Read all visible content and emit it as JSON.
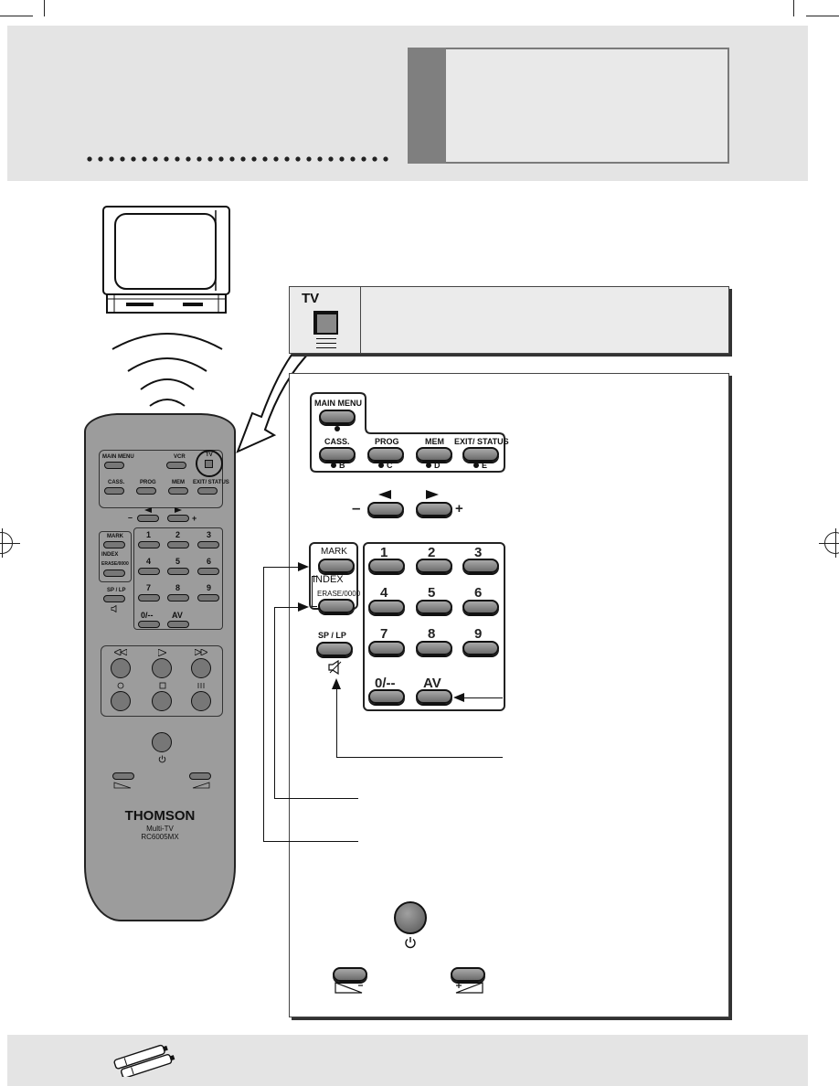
{
  "panel_tv": {
    "label": "TV"
  },
  "menu_keys": {
    "main_menu": "MAIN MENU",
    "cass": "CASS.",
    "prog": "PROG",
    "mem": "MEM",
    "exit_status": "EXIT/ STATUS",
    "dot_b": "B",
    "dot_c": "C",
    "dot_d": "D",
    "dot_e": "E"
  },
  "nav_keys": {
    "minus": "–",
    "plus": "+"
  },
  "index_keys": {
    "mark": "MARK",
    "index": "INDEX",
    "erase": "ERASE/0000",
    "sp_lp": "SP / LP"
  },
  "digits": [
    "1",
    "2",
    "3",
    "4",
    "5",
    "6",
    "7",
    "8",
    "9"
  ],
  "extra_keys": {
    "zero": "0/--",
    "av": "AV"
  },
  "remote": {
    "brand": "THOMSON",
    "model_line1": "Multi-TV",
    "model_line2": "RC6005MX",
    "main_menu": "MAIN MENU",
    "vcr": "VCR",
    "tv": "TV",
    "cass": "CASS.",
    "prog": "PROG",
    "mem": "MEM",
    "exit_status": "EXIT/ STATUS",
    "mark": "MARK",
    "index": "INDEX",
    "erase": "ERASE/0000",
    "sp_lp": "SP / LP",
    "minus": "–",
    "plus": "+",
    "zero": "0/--",
    "av": "AV"
  }
}
